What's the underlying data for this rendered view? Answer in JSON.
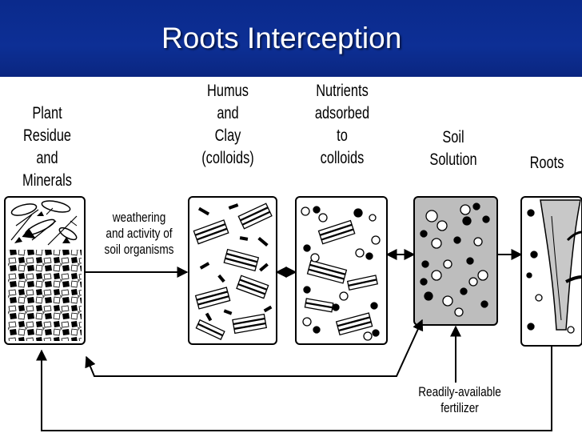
{
  "slide": {
    "title": "Roots Interception"
  },
  "stages": [
    {
      "id": "plant-residue",
      "label": "Plant\nResidue\nand Minerals"
    },
    {
      "id": "humus-clay",
      "label": "Humus\nand\nClay\n(colloids)"
    },
    {
      "id": "nutrients",
      "label": "Nutrients\nadsorbed\nto\ncolloids"
    },
    {
      "id": "soil-solution",
      "label": "Soil\nSolution"
    },
    {
      "id": "roots",
      "label": "Roots"
    }
  ],
  "annotations": {
    "weathering": "weathering\nand activity of\nsoil organisms",
    "fertilizer": "Readily-available\nfertilizer"
  },
  "colors": {
    "title_bar": "#0a2a8c",
    "title_text": "#ffffff",
    "soil_solution_fill": "#bdbdbd",
    "roots_fill": "#c8c8c8"
  }
}
